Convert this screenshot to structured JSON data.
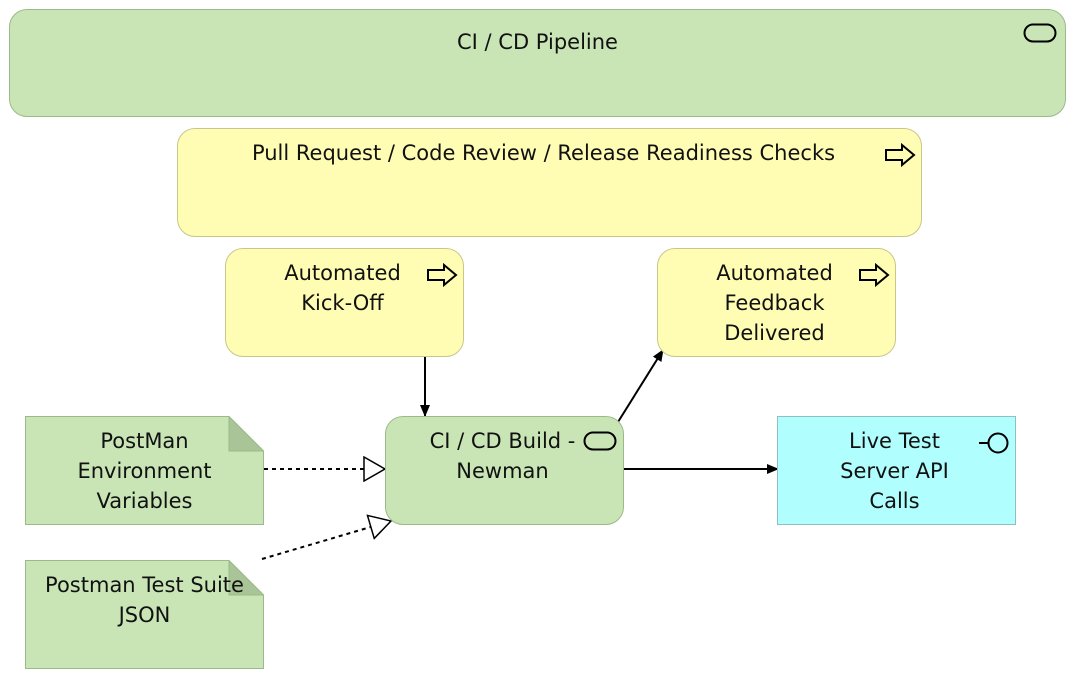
{
  "nodes": {
    "pipeline": {
      "label": "CI / CD Pipeline",
      "icon": "service-icon",
      "color": "#c9e5b6"
    },
    "pr_checks": {
      "label": "Pull Request / Code Review / Release Readiness Checks",
      "icon": "process-arrow-icon",
      "color": "#fefdb3"
    },
    "kickoff": {
      "label": "Automated\nKick-Off",
      "icon": "process-arrow-icon",
      "color": "#fefdb3"
    },
    "feedback": {
      "label": "Automated\nFeedback\nDelivered",
      "icon": "process-arrow-icon",
      "color": "#fefdb3"
    },
    "env_vars": {
      "label": "PostMan\nEnvironment\nVariables",
      "icon": "artifact-note-icon",
      "color": "#c9e5b6"
    },
    "build": {
      "label": "CI / CD Build -\nNewman",
      "icon": "service-icon",
      "color": "#c9e5b6"
    },
    "live_api": {
      "label": "Live Test\nServer API\nCalls",
      "icon": "interface-icon",
      "color": "#b0fefe"
    },
    "test_suite": {
      "label": "Postman Test Suite\nJSON",
      "icon": "artifact-note-icon",
      "color": "#c9e5b6"
    }
  }
}
